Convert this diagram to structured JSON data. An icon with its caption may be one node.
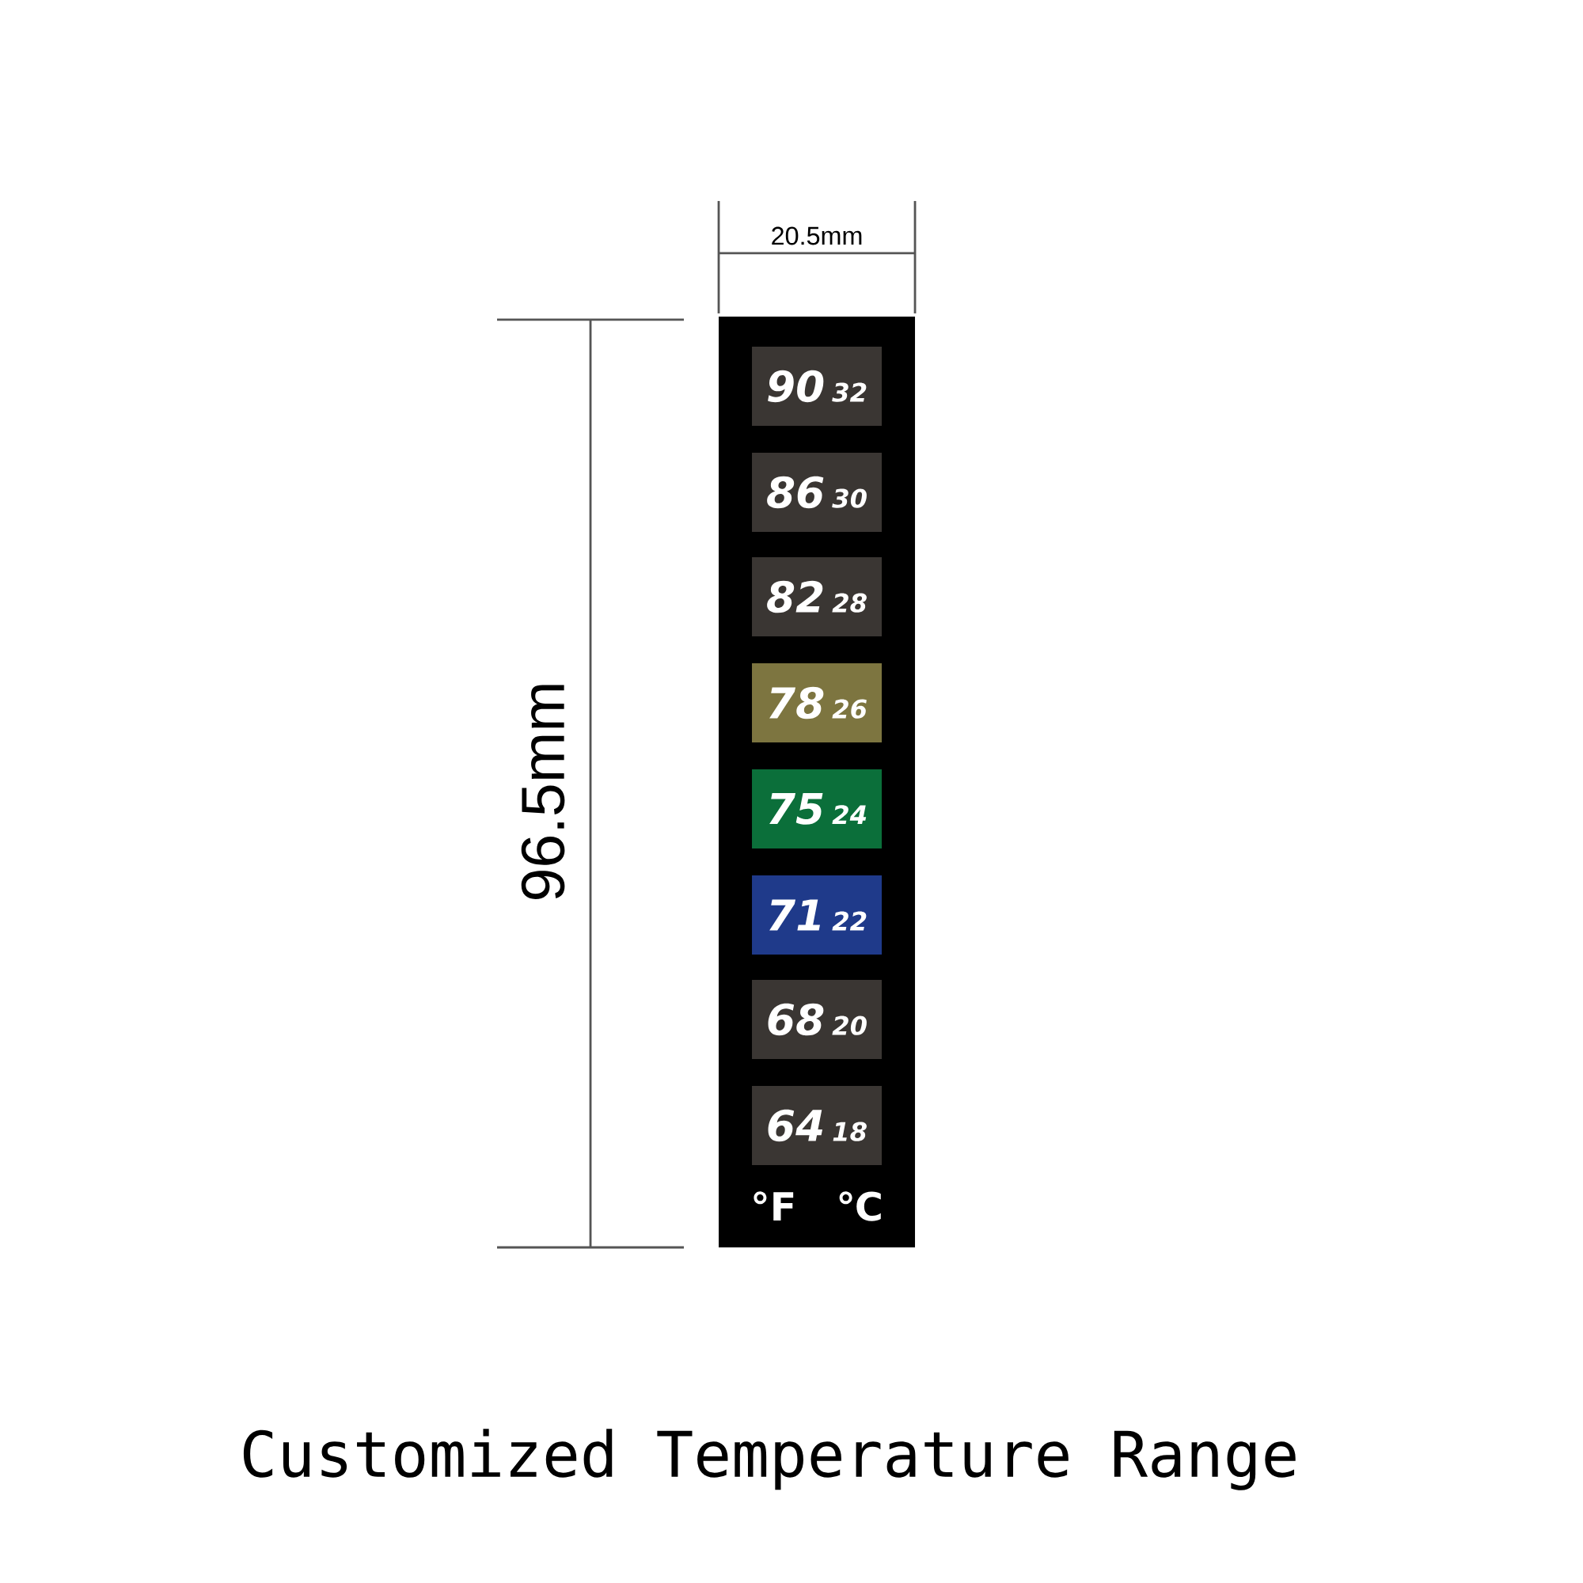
{
  "diagram": {
    "caption": "Customized Temperature Range",
    "nodes": [
      {
        "text": [
          "°F",
          "℃"
        ]
      },
      {
        "text": [
          "90",
          "32"
        ],
        "in": 0
      },
      {
        "text": [
          "86",
          "30"
        ],
        "in": 0
      },
      {
        "text": [
          "82",
          "28"
        ],
        "in": 0
      },
      {
        "text": [
          "78",
          "26"
        ],
        "in": 0
      },
      {
        "text": [
          "75",
          "24"
        ],
        "in": 0
      },
      {
        "text": [
          "71",
          "22"
        ],
        "in": 0
      },
      {
        "text": [
          "68",
          "20"
        ],
        "in": 0
      },
      {
        "text": [
          "64",
          "18"
        ],
        "in": 0
      }
    ],
    "labels": [
      "20.5mm",
      "96.5mm"
    ]
  }
}
